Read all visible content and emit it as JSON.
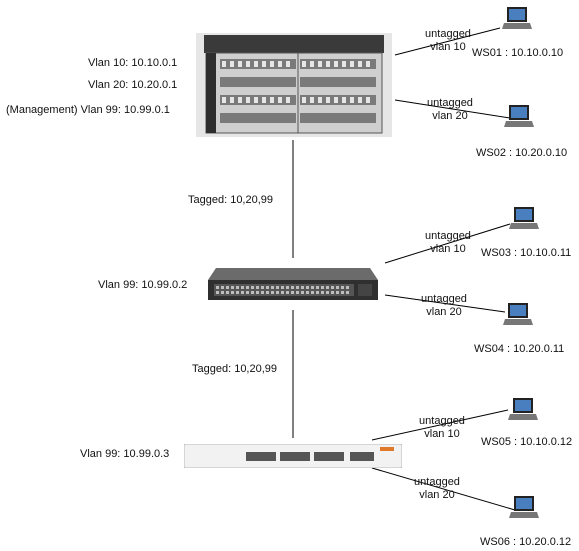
{
  "core_switch": {
    "vlan10": "Vlan 10: 10.10.0.1",
    "vlan20": "Vlan 20: 10.20.0.1",
    "vlan99": "(Management) Vlan 99: 10.99.0.1"
  },
  "dist_switch": {
    "vlan99": "Vlan 99: 10.99.0.2"
  },
  "access_switch": {
    "vlan99": "Vlan 99: 10.99.0.3"
  },
  "trunks": {
    "core_to_dist": "Tagged: 10,20,99",
    "dist_to_access": "Tagged: 10,20,99"
  },
  "workstations": [
    {
      "name": "WS01 : 10.10.0.10",
      "port_label": "untagged",
      "vlan_label": "vlan 10"
    },
    {
      "name": "WS02 : 10.20.0.10",
      "port_label": "untagged",
      "vlan_label": "vlan 20"
    },
    {
      "name": "WS03 : 10.10.0.11",
      "port_label": "untagged",
      "vlan_label": "vlan 10"
    },
    {
      "name": "WS04 : 10.20.0.11",
      "port_label": "untagged",
      "vlan_label": "vlan 20"
    },
    {
      "name": "WS05 : 10.10.0.12",
      "port_label": "untagged",
      "vlan_label": "vlan 10"
    },
    {
      "name": "WS06 : 10.20.0.12",
      "port_label": "untagged",
      "vlan_label": "vlan 20"
    }
  ],
  "colors": {
    "line": "#000000",
    "chassis": "#3a3a3a",
    "laptop_screen": "#4a7fbf"
  }
}
